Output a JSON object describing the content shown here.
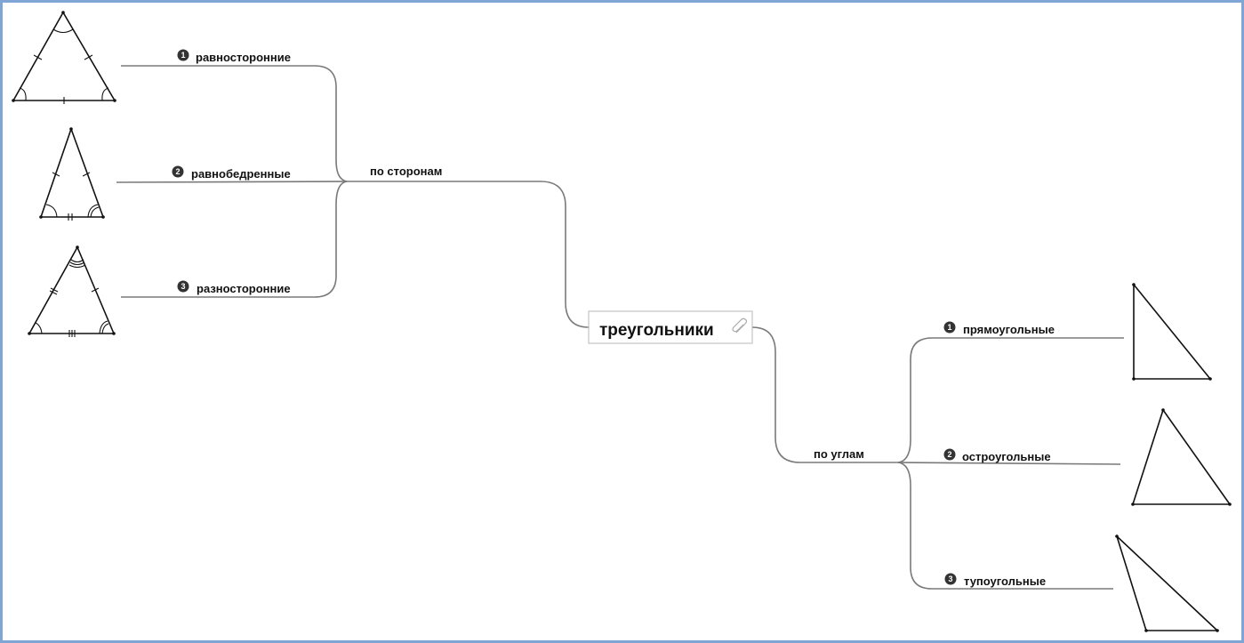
{
  "root": {
    "label": "треугольники",
    "attachment_icon": "paperclip-icon"
  },
  "groups": [
    {
      "label": "по сторонам",
      "children": [
        {
          "number": "1",
          "label": "равносторонние"
        },
        {
          "number": "2",
          "label": "равнобедренные"
        },
        {
          "number": "3",
          "label": "разносторонние"
        }
      ]
    },
    {
      "label": "по углам",
      "children": [
        {
          "number": "1",
          "label": "прямоугольные"
        },
        {
          "number": "2",
          "label": "остроугольные"
        },
        {
          "number": "3",
          "label": "тупоугольные"
        }
      ]
    }
  ],
  "colors": {
    "frame": "#7fa5d4",
    "connector": "#7a7a7a",
    "badge": "#333333"
  }
}
